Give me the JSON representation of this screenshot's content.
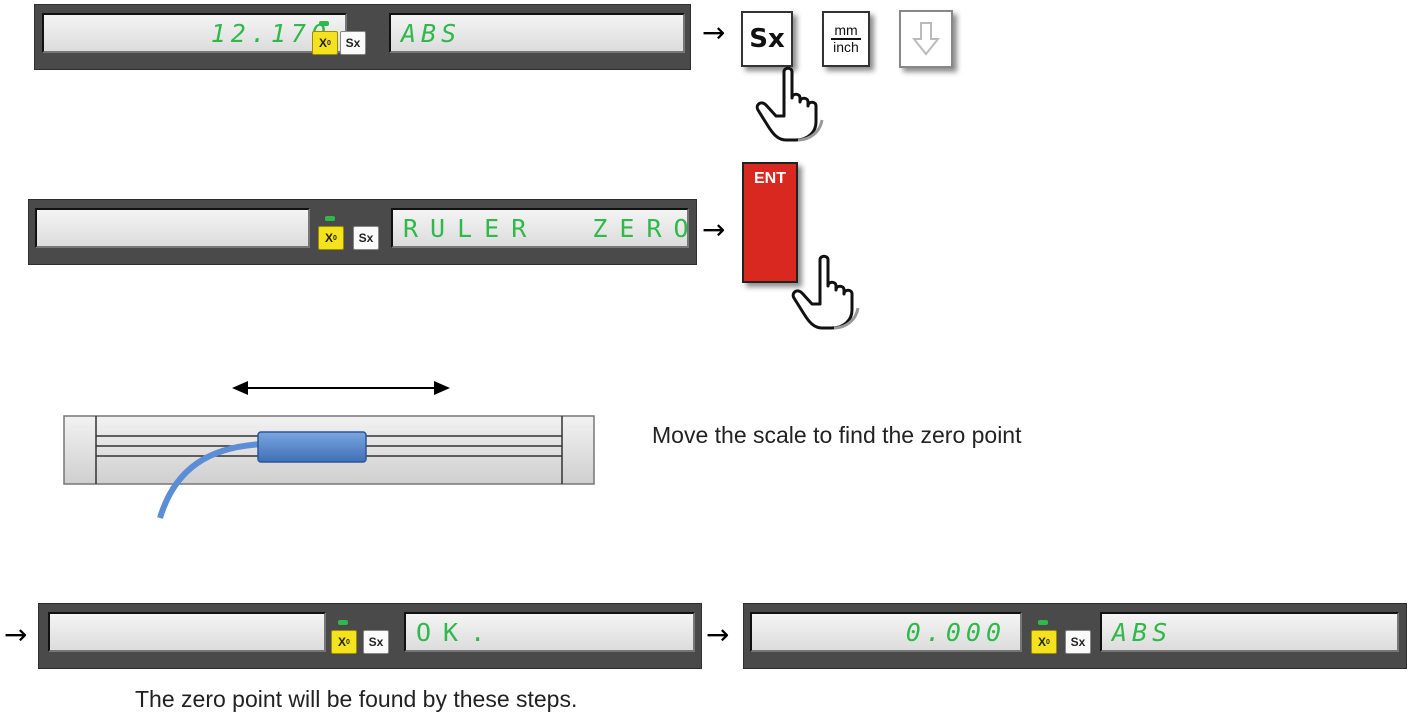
{
  "arrow_glyph": "→",
  "row1": {
    "axis_value": "12.170",
    "x_key": "X",
    "x_key_sub": "0",
    "s_key": "Sx",
    "message": "ABS",
    "buttons": {
      "sx": "Sx",
      "unit_top": "mm",
      "unit_bottom": "inch"
    }
  },
  "row2": {
    "axis_value": "",
    "x_key": "X",
    "x_key_sub": "0",
    "s_key": "Sx",
    "message": "RULER  ZERO",
    "buttons": {
      "enter": "ENT"
    }
  },
  "ruler_step": {
    "caption": "Move the scale to find the zero point"
  },
  "row4a": {
    "axis_value": "",
    "x_key": "X",
    "x_key_sub": "0",
    "s_key": "Sx",
    "message": "OK."
  },
  "row4b": {
    "axis_value": "0.000",
    "x_key": "X",
    "x_key_sub": "0",
    "s_key": "Sx",
    "message": "ABS"
  },
  "footer": {
    "caption": "The zero point will be found by these steps."
  },
  "colors": {
    "panel": "#4a4a4a",
    "display_green": "#2fb94a",
    "x_key_yellow": "#f4e21e",
    "enter_red": "#d9281f",
    "scale_blue": "#5b8ed6"
  },
  "icons": [
    "pointing-hand-icon",
    "down-arrow-icon",
    "double-arrow-icon"
  ]
}
